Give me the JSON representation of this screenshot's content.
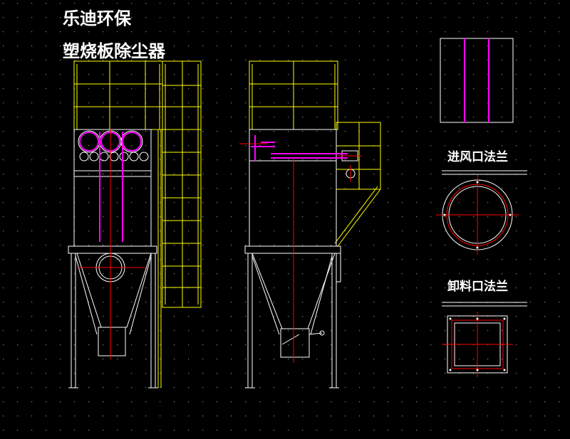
{
  "title": {
    "company": "乐迪环保",
    "product": "塑烧板除尘器"
  },
  "captions": {
    "inlet_flange": "进风口法兰",
    "discharge_flange": "卸料口法兰"
  },
  "colors": {
    "background": "#000000",
    "grid_dots": "#8a8a8a",
    "outline": "#ffffff",
    "platform": "#ffff00",
    "center_line": "#ff0000",
    "pipe": "#ff00ff",
    "text": "#ffffff"
  }
}
